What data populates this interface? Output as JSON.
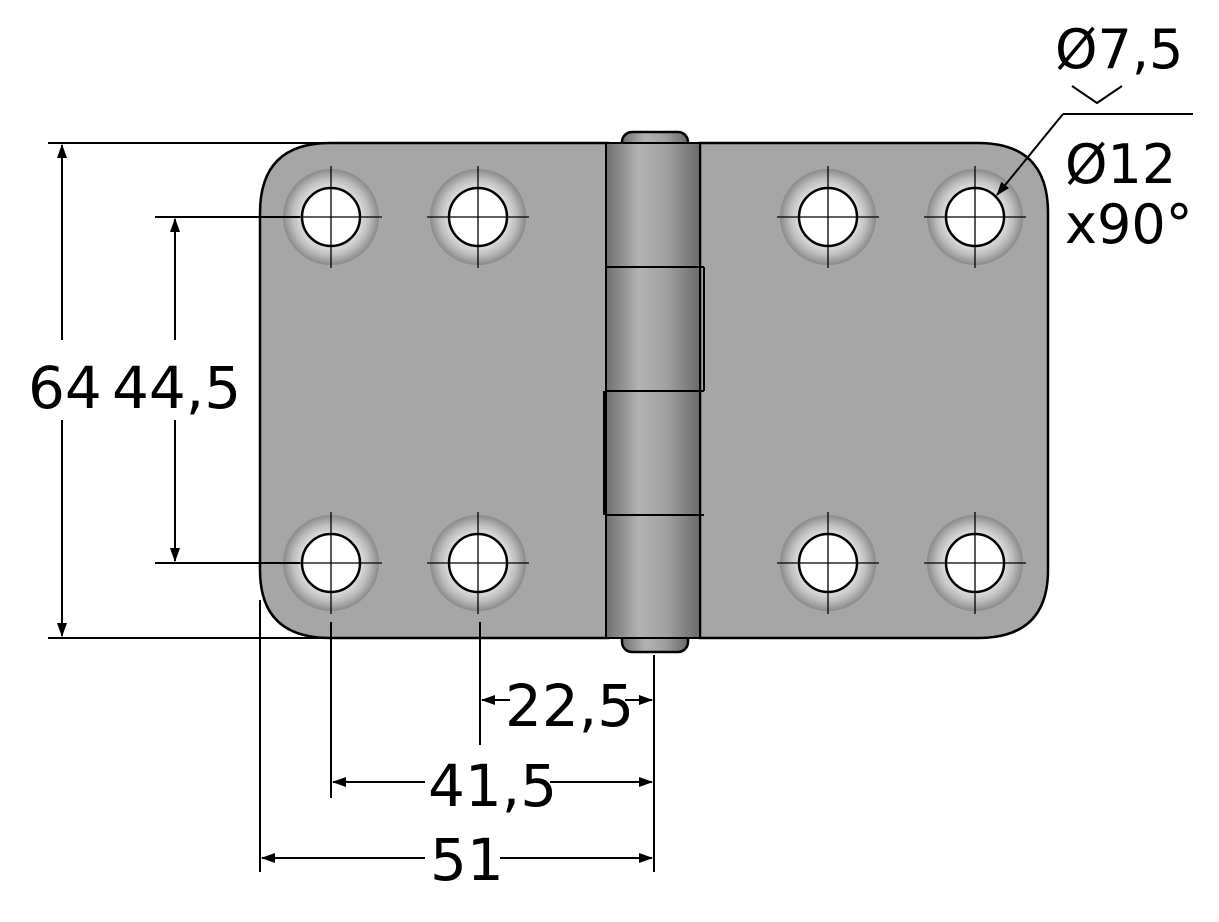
{
  "drawing": {
    "subject": "hinge",
    "dimensions": {
      "overall_height": "64",
      "hole_spacing_vertical": "44,5",
      "pin_to_inner_hole": "22,5",
      "pin_to_outer_hole": "41,5",
      "leaf_width": "51"
    },
    "hole_callout": {
      "through_diameter": "Ø7,5",
      "countersink_diameter": "Ø12",
      "countersink_angle": "x90°"
    },
    "colors": {
      "leaf_fill": "#a6a6a6",
      "knuckle_fill": "#8f8f8f",
      "line": "#000000",
      "background": "#ffffff"
    }
  }
}
